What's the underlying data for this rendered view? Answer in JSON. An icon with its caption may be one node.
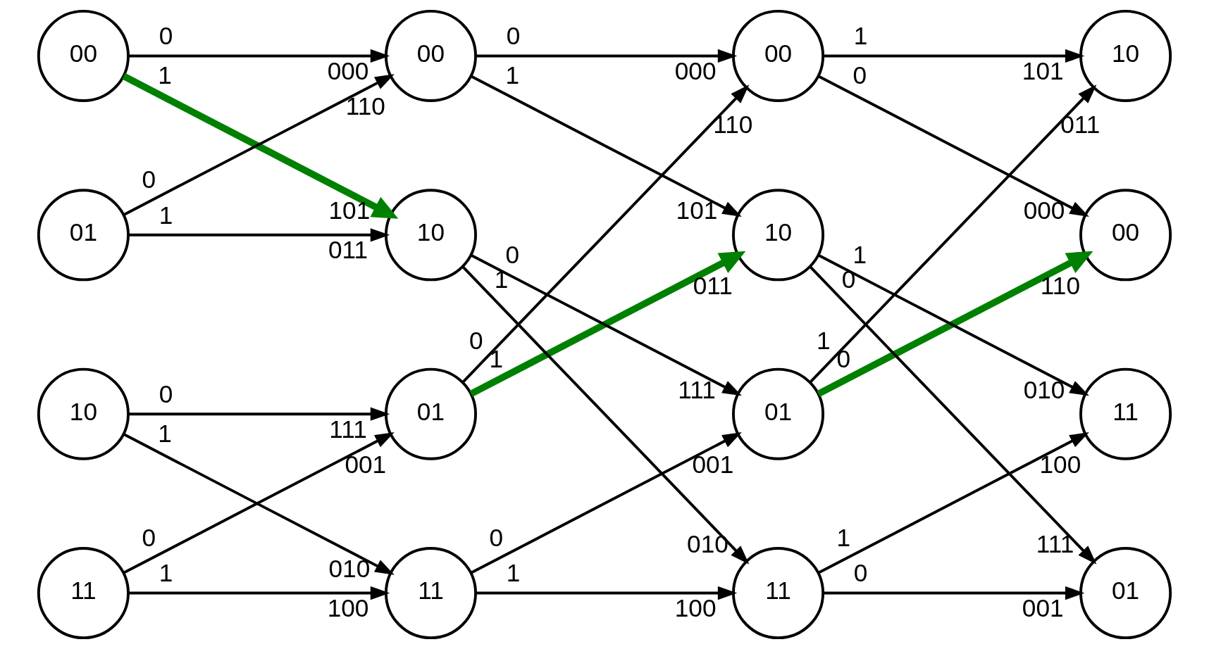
{
  "diagram": {
    "nodes": [
      {
        "text": [
          "00"
        ]
      },
      {
        "text": [
          "00"
        ]
      },
      {
        "text": [
          "00"
        ]
      },
      {
        "text": [
          "00"
        ]
      },
      {
        "text": [
          "01"
        ]
      },
      {
        "text": [
          "01"
        ]
      },
      {
        "text": [
          "01"
        ]
      },
      {
        "text": [
          "01"
        ]
      },
      {
        "text": [
          "10"
        ]
      },
      {
        "text": [
          "10"
        ]
      },
      {
        "text": [
          "10"
        ]
      },
      {
        "text": [
          "10"
        ]
      },
      {
        "text": [
          "11"
        ]
      },
      {
        "text": [
          "11"
        ]
      },
      {
        "text": [
          "11"
        ]
      },
      {
        "text": [
          "11"
        ]
      }
    ],
    "edges": [
      {
        "from": 0,
        "to": 1,
        "arrow": "to",
        "label": "000"
      },
      {
        "from": 0,
        "to": 9,
        "arrow": "to",
        "label": "101",
        "style": "thick",
        "color": "#008000"
      },
      {
        "from": 4,
        "to": 1,
        "arrow": "to",
        "label": "110"
      },
      {
        "from": 4,
        "to": 9,
        "arrow": "to",
        "label": "011"
      },
      {
        "from": 8,
        "to": 5,
        "arrow": "to",
        "label": "111"
      },
      {
        "from": 8,
        "to": 13,
        "arrow": "to",
        "label": "010"
      },
      {
        "from": 12,
        "to": 5,
        "arrow": "to",
        "label": "001"
      },
      {
        "from": 12,
        "to": 13,
        "arrow": "to",
        "label": "100"
      },
      {
        "from": 1,
        "to": 2,
        "arrow": "to",
        "label": "000"
      },
      {
        "from": 1,
        "to": 10,
        "arrow": "to",
        "label": "101"
      },
      {
        "from": 5,
        "to": 2,
        "arrow": "to",
        "label": "110"
      },
      {
        "from": 5,
        "to": 10,
        "arrow": "to",
        "label": "011",
        "style": "thick",
        "color": "#008000"
      },
      {
        "from": 9,
        "to": 6,
        "arrow": "to",
        "label": "111"
      },
      {
        "from": 9,
        "to": 14,
        "arrow": "to",
        "label": "010"
      },
      {
        "from": 13,
        "to": 6,
        "arrow": "to",
        "label": "001"
      },
      {
        "from": 13,
        "to": 14,
        "arrow": "to",
        "label": "100"
      },
      {
        "from": 2,
        "to": 3,
        "arrow": "to",
        "label": "000"
      },
      {
        "from": 2,
        "to": 11,
        "arrow": "to",
        "label": "101"
      },
      {
        "from": 6,
        "to": 3,
        "arrow": "to",
        "label": "110",
        "style": "thick",
        "color": "#008000"
      },
      {
        "from": 6,
        "to": 11,
        "arrow": "to",
        "label": "011"
      },
      {
        "from": 10,
        "to": 7,
        "arrow": "to",
        "label": "111"
      },
      {
        "from": 10,
        "to": 15,
        "arrow": "to",
        "label": "010"
      },
      {
        "from": 14,
        "to": 7,
        "arrow": "to",
        "label": "001"
      },
      {
        "from": 14,
        "to": 15,
        "arrow": "to",
        "label": "100"
      }
    ],
    "labels": [
      "0",
      "1",
      "0",
      "1",
      "0",
      "1",
      "0",
      "1",
      "0",
      "1",
      "0",
      "1",
      "0",
      "1",
      "0",
      "1",
      "0",
      "1",
      "0",
      "1",
      "0",
      "1",
      "0",
      "1"
    ]
  }
}
